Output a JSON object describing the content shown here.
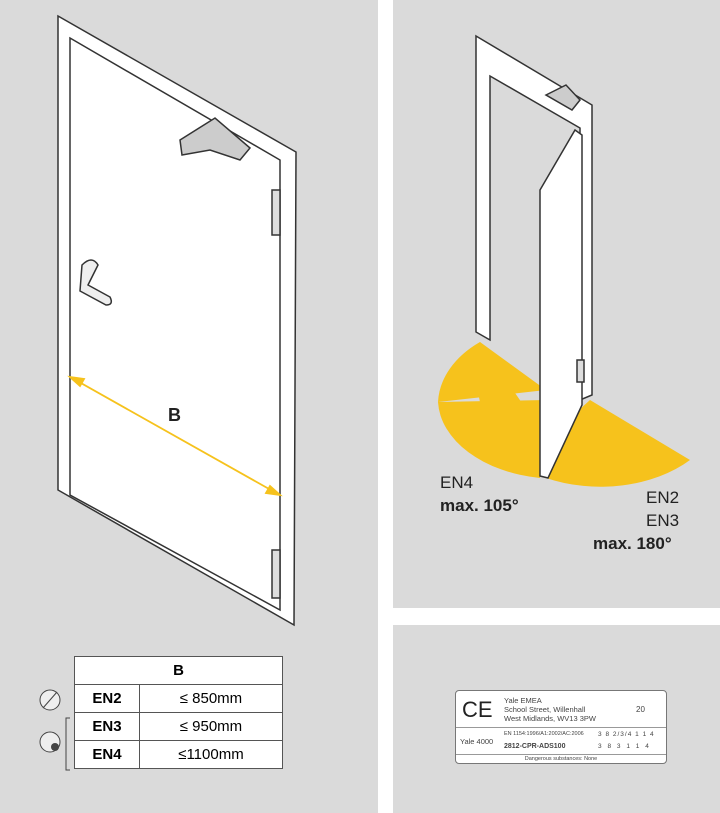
{
  "dimension_label": "B",
  "opening": {
    "en4": {
      "class": "EN4",
      "angle": "max. 105°"
    },
    "en23": {
      "class1": "EN2",
      "class2": "EN3",
      "angle": "max. 180°"
    }
  },
  "table": {
    "header": "B",
    "rows": [
      {
        "class": "EN2",
        "value": "≤  850mm"
      },
      {
        "class": "EN3",
        "value": "≤  950mm"
      },
      {
        "class": "EN4",
        "value": "≤1100mm"
      }
    ]
  },
  "ce_label": {
    "mark": "CE",
    "manufacturer": [
      "Yale EMEA",
      "School Street, Willenhall",
      "West Midlands, WV13 3PW"
    ],
    "year": "20",
    "product": "Yale 4000",
    "standard": "EN 1154:1996/A1:2002/AC:2006",
    "cert": "2812-CPR-ADS100",
    "codes_top": [
      "3",
      "8",
      "2/3/4",
      "1",
      "1",
      "4"
    ],
    "codes_bottom": [
      "3",
      "8",
      "3",
      "1",
      "1",
      "4"
    ],
    "footer": "Dangerous substances: None"
  },
  "colors": {
    "accent": "#f6c21c",
    "panel": "#dadada"
  }
}
